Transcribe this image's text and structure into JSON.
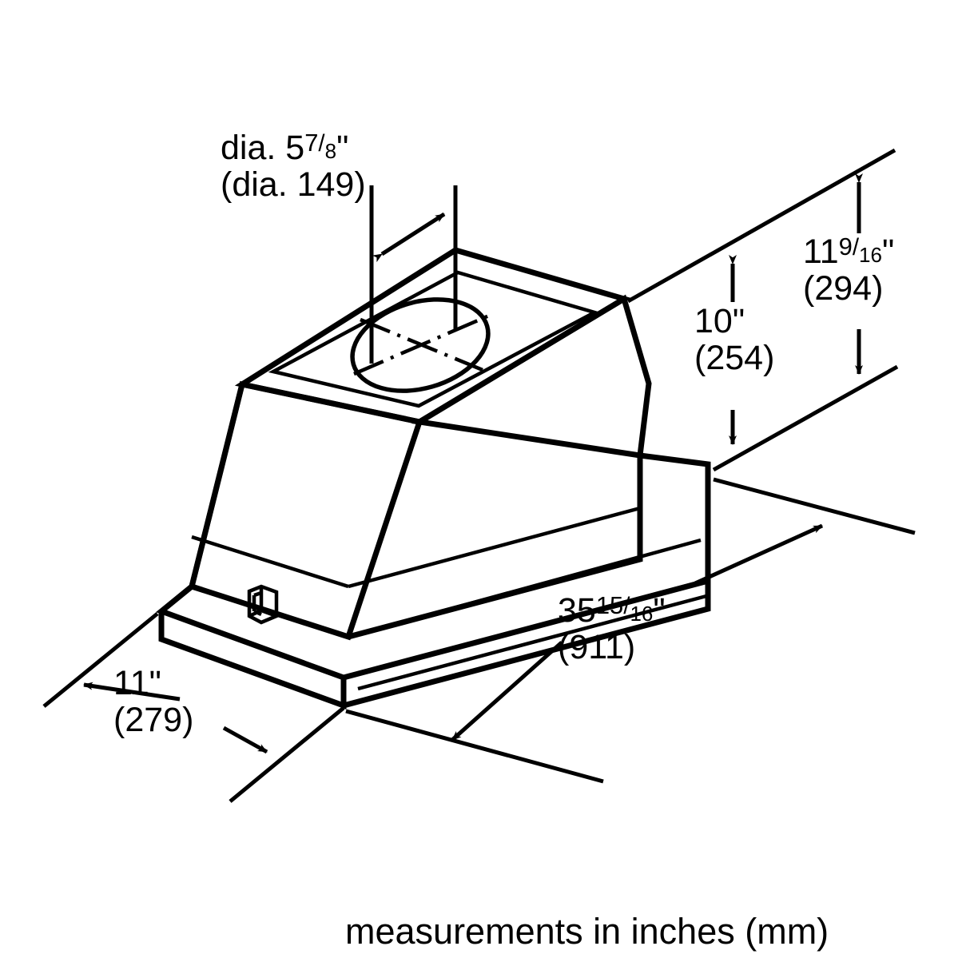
{
  "drawing": {
    "title": "range hood isometric dimension drawing",
    "line_color": "#000000",
    "background_color": "#ffffff",
    "caption": "measurements in inches (mm)"
  },
  "dimensions": {
    "duct_diameter": {
      "name": "duct-diameter",
      "prefix_inches": "dia. 5",
      "frac_num": "7",
      "frac_slash": "/",
      "frac_den": "8",
      "suffix_inches": "\"",
      "metric": "(dia. 149)"
    },
    "body_height": {
      "name": "body-height",
      "inches": "10\"",
      "metric": "(254)"
    },
    "overall_height": {
      "name": "overall-height",
      "prefix_inches": "11",
      "frac_num": "9",
      "frac_slash": "/",
      "frac_den": "16",
      "suffix_inches": "\"",
      "metric": "(294)"
    },
    "overall_width": {
      "name": "overall-width",
      "prefix_inches": "35",
      "frac_num": "15",
      "frac_slash": "/",
      "frac_den": "16",
      "suffix_inches": "\"",
      "metric": "(911)"
    },
    "overall_depth": {
      "name": "overall-depth",
      "inches": "11\"",
      "metric": "(279)"
    }
  }
}
